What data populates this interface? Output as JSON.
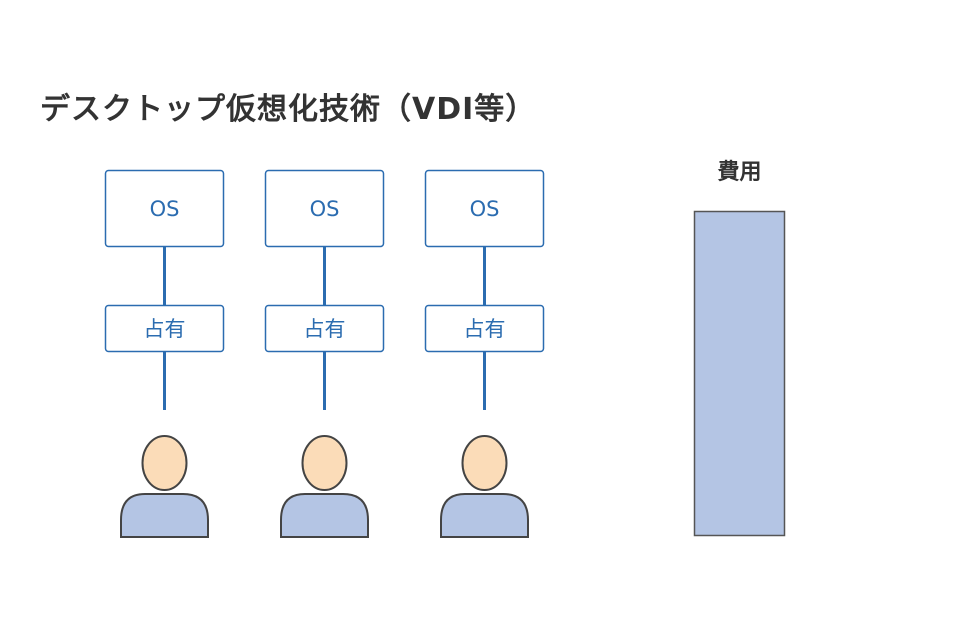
{
  "title": "デスクトップ仮想化技術（VDI等）",
  "columns": [
    {
      "os_label": "OS",
      "mid_label": "占有"
    },
    {
      "os_label": "OS",
      "mid_label": "占有"
    },
    {
      "os_label": "OS",
      "mid_label": "占有"
    }
  ],
  "cost": {
    "label": "費用"
  },
  "colors": {
    "box_border": "#2b6cb0",
    "box_text": "#2b6cb0",
    "connector": "#2b6cb0",
    "person_head": "#fbdcb8",
    "person_body": "#b4c5e4",
    "person_outline": "#444444",
    "cost_bar_fill": "#b4c5e4",
    "cost_bar_border": "#555555"
  }
}
